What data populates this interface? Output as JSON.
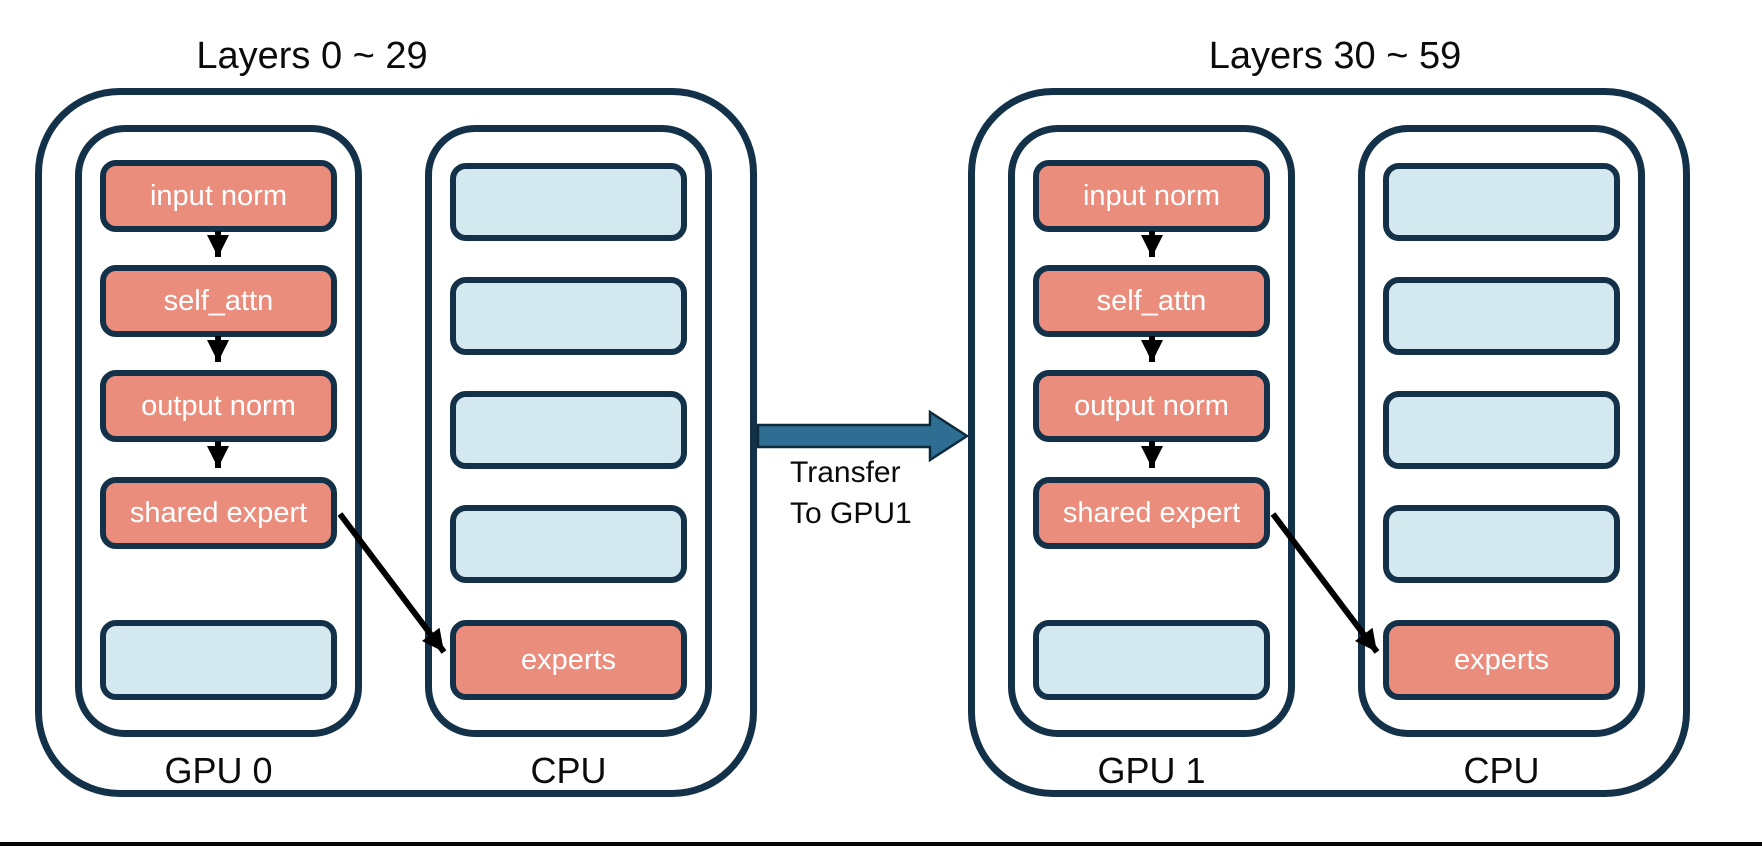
{
  "colors": {
    "outline": "#133249",
    "module_fill": "#eb8d7c",
    "empty_slot_fill": "#d4e8f0",
    "transfer_arrow_fill": "#2d6e92",
    "flow_arrow": "#000000",
    "module_text": "#ffffff",
    "label_text": "#0b0b0b"
  },
  "transfer": {
    "label_line1": "Transfer",
    "label_line2": "To GPU1"
  },
  "groups": [
    {
      "title": "Layers 0 ~ 29",
      "gpu": {
        "label": "GPU 0",
        "modules": [
          "input norm",
          "self_attn",
          "output norm",
          "shared expert"
        ]
      },
      "cpu": {
        "label": "CPU",
        "modules": [
          "experts"
        ]
      }
    },
    {
      "title": "Layers 30 ~ 59",
      "gpu": {
        "label": "GPU 1",
        "modules": [
          "input norm",
          "self_attn",
          "output norm",
          "shared expert"
        ]
      },
      "cpu": {
        "label": "CPU",
        "modules": [
          "experts"
        ]
      }
    }
  ]
}
